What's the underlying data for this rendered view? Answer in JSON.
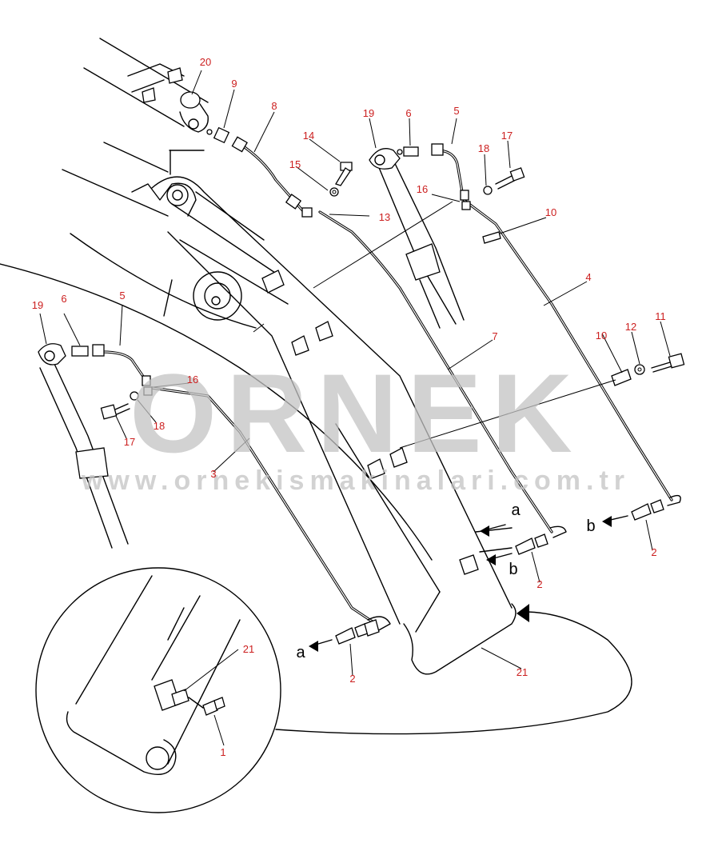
{
  "watermark": {
    "logo": "ORNEK",
    "url": "www.ornekismakinalari.com.tr"
  },
  "callouts": {
    "c1": "1",
    "c2": "2",
    "c3": "3",
    "c4": "4",
    "c5": "5",
    "c6": "6",
    "c7": "7",
    "c8": "8",
    "c9": "9",
    "c10": "10",
    "c11": "11",
    "c12": "12",
    "c13": "13",
    "c14": "14",
    "c15": "15",
    "c16": "16",
    "c17": "17",
    "c18": "18",
    "c19": "19",
    "c20": "20",
    "c21": "21"
  },
  "letters": {
    "a": "a",
    "b": "b"
  },
  "colors": {
    "callout": "#cc1f1f",
    "watermark": "#c4c4c4",
    "highlight": "#f2c94c"
  }
}
